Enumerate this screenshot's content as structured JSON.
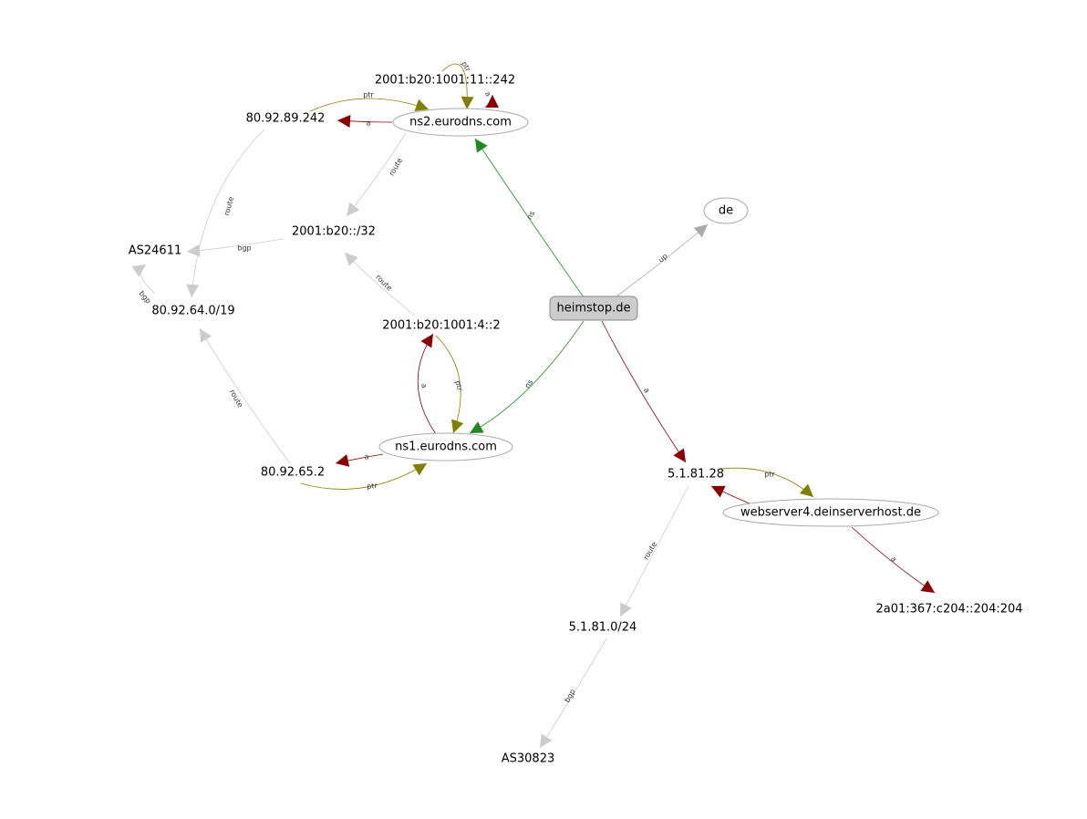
{
  "colors": {
    "ns": "#1f8a1f",
    "a": "#8b0000",
    "ptr": "#808000",
    "route": "#cccccc",
    "bgp": "#cccccc",
    "up": "#aaaaaa",
    "root_fill": "#cccccc",
    "root_stroke": "#888888",
    "ellipse_stroke": "#aaaaaa"
  },
  "nodes": [
    {
      "id": "root",
      "label": "heimstop.de",
      "shape": "rounded-box"
    },
    {
      "id": "de",
      "label": "de",
      "shape": "ellipse"
    },
    {
      "id": "ns2",
      "label": "ns2.eurodns.com",
      "shape": "ellipse"
    },
    {
      "id": "ns1",
      "label": "ns1.eurodns.com",
      "shape": "ellipse"
    },
    {
      "id": "ip6_242",
      "label": "2001:b20:1001:11::242",
      "shape": "plain"
    },
    {
      "id": "ip_89_242",
      "label": "80.92.89.242",
      "shape": "plain"
    },
    {
      "id": "net6_32",
      "label": "2001:b20::/32",
      "shape": "plain"
    },
    {
      "id": "as24611",
      "label": "AS24611",
      "shape": "plain"
    },
    {
      "id": "net_64_19",
      "label": "80.92.64.0/19",
      "shape": "plain"
    },
    {
      "id": "ip6_4_2",
      "label": "2001:b20:1001:4::2",
      "shape": "plain"
    },
    {
      "id": "ip_65_2",
      "label": "80.92.65.2",
      "shape": "plain"
    },
    {
      "id": "ip_5_1_81_28",
      "label": "5.1.81.28",
      "shape": "plain"
    },
    {
      "id": "webserver4",
      "label": "webserver4.deinserverhost.de",
      "shape": "ellipse"
    },
    {
      "id": "ip6_204",
      "label": "2a01:367:c204::204:204",
      "shape": "plain"
    },
    {
      "id": "net_5_1_81_24",
      "label": "5.1.81.0/24",
      "shape": "plain"
    },
    {
      "id": "as30823",
      "label": "AS30823",
      "shape": "plain"
    }
  ],
  "edges": [
    {
      "from": "root",
      "to": "ns2",
      "label": "ns",
      "kind": "ns"
    },
    {
      "from": "root",
      "to": "ns1",
      "label": "ns",
      "kind": "ns"
    },
    {
      "from": "root",
      "to": "de",
      "label": "up",
      "kind": "up"
    },
    {
      "from": "root",
      "to": "ip_5_1_81_28",
      "label": "a",
      "kind": "a"
    },
    {
      "from": "ns2",
      "to": "ip_89_242",
      "label": "a",
      "kind": "a"
    },
    {
      "from": "ns2",
      "to": "ip6_242",
      "label": "a",
      "kind": "a"
    },
    {
      "from": "ip6_242",
      "to": "ns2",
      "label": "ptr",
      "kind": "ptr"
    },
    {
      "from": "ip_89_242",
      "to": "ns2",
      "label": "ptr",
      "kind": "ptr"
    },
    {
      "from": "ns2",
      "to": "net6_32",
      "label": "route",
      "kind": "route"
    },
    {
      "from": "ip_89_242",
      "to": "net_64_19",
      "label": "route",
      "kind": "route"
    },
    {
      "from": "net6_32",
      "to": "as24611",
      "label": "bgp",
      "kind": "bgp"
    },
    {
      "from": "net_64_19",
      "to": "as24611",
      "label": "bgp",
      "kind": "bgp"
    },
    {
      "from": "ip6_4_2",
      "to": "net6_32",
      "label": "route",
      "kind": "route"
    },
    {
      "from": "ns1",
      "to": "ip6_4_2",
      "label": "a",
      "kind": "a"
    },
    {
      "from": "ip6_4_2",
      "to": "ns1",
      "label": "ptr",
      "kind": "ptr"
    },
    {
      "from": "ns1",
      "to": "ip_65_2",
      "label": "a",
      "kind": "a"
    },
    {
      "from": "ip_65_2",
      "to": "ns1",
      "label": "ptr",
      "kind": "ptr"
    },
    {
      "from": "ip_65_2",
      "to": "net_64_19",
      "label": "route",
      "kind": "route"
    },
    {
      "from": "ip_5_1_81_28",
      "to": "webserver4",
      "label": "ptr",
      "kind": "ptr"
    },
    {
      "from": "webserver4",
      "to": "ip_5_1_81_28",
      "label": "",
      "kind": "a"
    },
    {
      "from": "webserver4",
      "to": "ip6_204",
      "label": "a",
      "kind": "a"
    },
    {
      "from": "ip_5_1_81_28",
      "to": "net_5_1_81_24",
      "label": "route",
      "kind": "route"
    },
    {
      "from": "net_5_1_81_24",
      "to": "as30823",
      "label": "bgp",
      "kind": "bgp"
    }
  ]
}
